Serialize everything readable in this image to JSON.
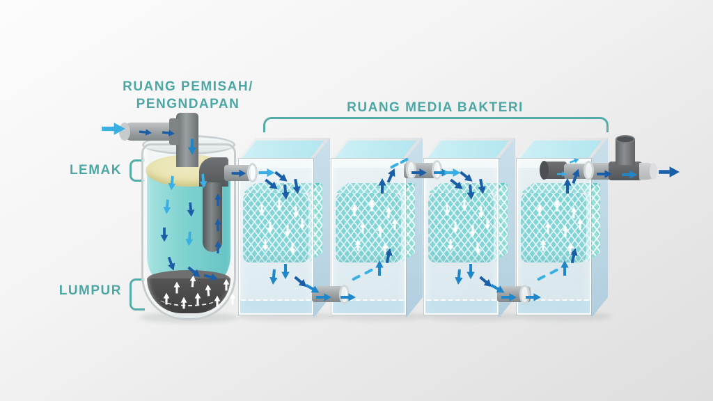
{
  "labels": {
    "separator_chamber_line1": "RUANG PEMISAH/",
    "separator_chamber_line2": "PENGNDAPAN",
    "bacteria_media_chamber": "RUANG MEDIA BAKTERI",
    "fat_layer": "LEMAK",
    "sludge_layer": "LUMPUR"
  },
  "diagram": {
    "type": "process-flow-illustration",
    "flow_direction": "left-to-right",
    "separator_tank_shape": "cylinder",
    "separator_tank_top_layer_label": "LEMAK",
    "separator_tank_bottom_layer_label": "LUMPUR",
    "media_tanks_count": 4,
    "media_tank_flow_pattern": [
      "down",
      "up",
      "down",
      "up"
    ]
  },
  "colors": {
    "label_teal": "#4CA7A4",
    "bracket_teal": "#54ACA9",
    "cylinder_water": "#7FD2D0",
    "grease_layer": "#E8E3AF",
    "sludge": "#474747",
    "tank_water": "#D6EDF7",
    "media_mesh_teal": "#3CC3BB",
    "pipe_gray": "#9EA3A5",
    "pipe_dark_gray": "#53575A",
    "arrow_dark_blue": "#1B5EA8",
    "arrow_mid_blue": "#1F87C9",
    "arrow_light_blue": "#3AAFE4",
    "arrow_white": "#FFFFFF",
    "background_light": "#FCFCFC",
    "background_dark": "#DEDEDE"
  },
  "icons": {
    "flow_arrow": "solid directional flow arrow",
    "flow_dash": "dashed flow path segment"
  }
}
